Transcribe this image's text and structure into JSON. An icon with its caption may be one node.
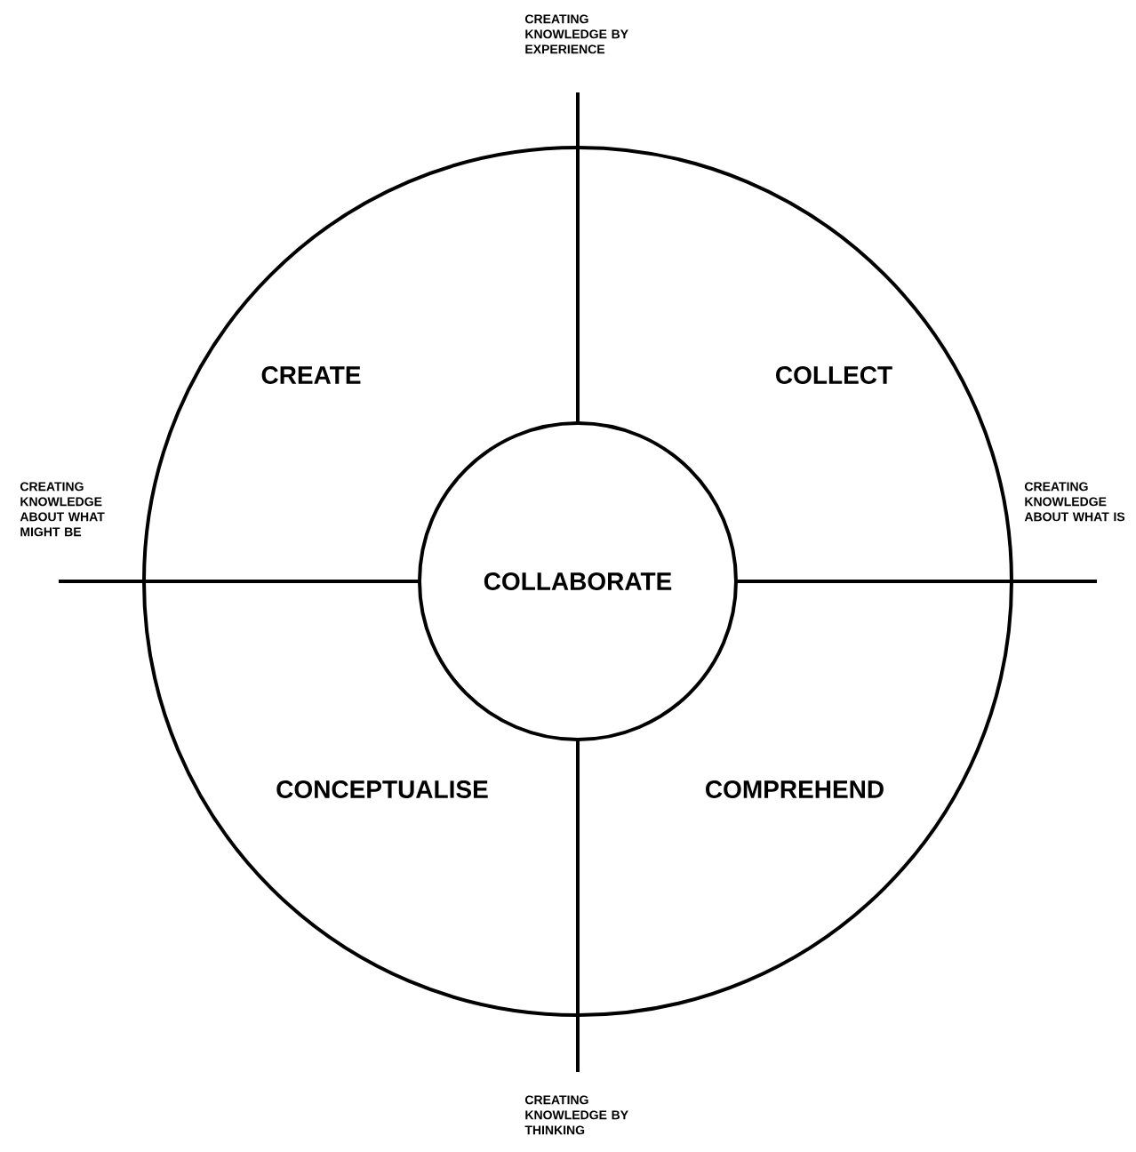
{
  "diagram": {
    "nodes": [
      {
        "text": [
          "COLLABORATE"
        ]
      }
    ],
    "labels": [
      "CREATING KNOWLEDGE BY EXPERIENCE",
      "CREATE",
      "COLLECT",
      "CREATING KNOWLEDGE ABOUT WHAT MIGHT BE",
      "CREATING KNOWLEDGE ABOUT WHAT IS",
      "CONCEPTUALISE",
      "COMPREHEND",
      "CREATING KNOWLEDGE BY THINKING"
    ]
  }
}
